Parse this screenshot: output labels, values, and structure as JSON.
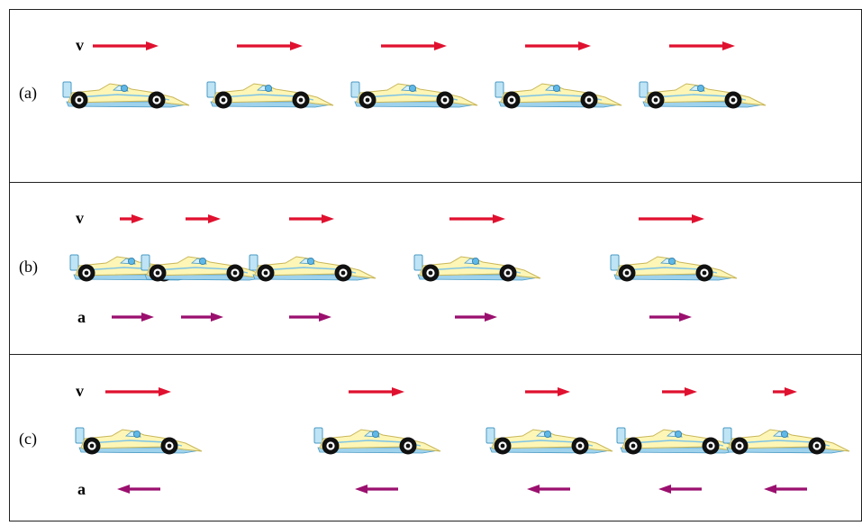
{
  "colors": {
    "velocity_arrow": "#e0102f",
    "acceleration_arrow": "#9b0f6e",
    "frame": "#222222",
    "car_body": "#fdf6b6",
    "car_body_stroke": "#c9b75a",
    "car_underside": "#9fd2ec",
    "tire": "#111111",
    "wing": "#bfe4f5",
    "driver": "#5fb8e6"
  },
  "panels": [
    {
      "label": "(a)",
      "v_symbol": "v",
      "a_symbol": "",
      "cars": 5,
      "velocity_lengths": [
        1,
        1,
        1,
        1,
        1
      ],
      "acceleration": "none"
    },
    {
      "label": "(b)",
      "v_symbol": "v",
      "a_symbol": "a",
      "cars": 5,
      "velocity_lengths": [
        0.35,
        0.48,
        0.68,
        0.85,
        1
      ],
      "acceleration": "forward"
    },
    {
      "label": "(c)",
      "v_symbol": "v",
      "a_symbol": "a",
      "cars": 5,
      "velocity_lengths": [
        1,
        0.85,
        0.68,
        0.48,
        0.35
      ],
      "acceleration": "backward"
    }
  ]
}
